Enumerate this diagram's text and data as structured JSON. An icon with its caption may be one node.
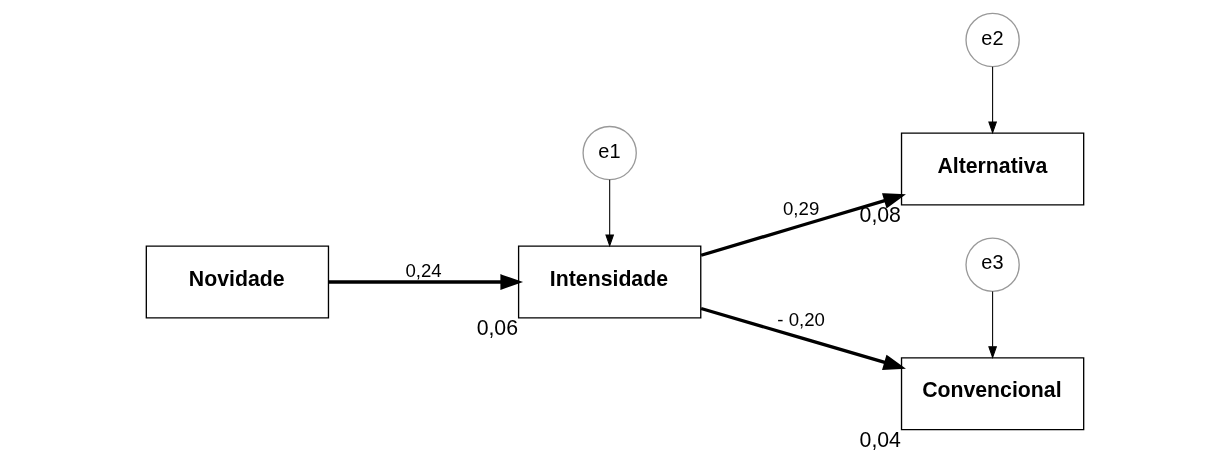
{
  "diagram": {
    "nodes": [
      {
        "text": [
          "Novidade"
        ]
      },
      {
        "text": [
          "e1"
        ]
      },
      {
        "text": [
          "Intensidade"
        ],
        "beside": [
          "0,06"
        ]
      },
      {
        "text": [
          "e2"
        ]
      },
      {
        "text": [
          "Alternativa"
        ],
        "beside": [
          "0,08"
        ]
      },
      {
        "text": [
          "e3"
        ]
      },
      {
        "text": [
          "Convencional"
        ],
        "beside": [
          "0,04"
        ]
      }
    ],
    "edges": [
      {
        "from": 0,
        "to": 2,
        "arrow": "to",
        "label": "0,24",
        "style": "thick"
      },
      {
        "from": 2,
        "to": 4,
        "arrow": "to",
        "label": "0,29",
        "style": "thick"
      },
      {
        "from": 2,
        "to": 6,
        "arrow": "to",
        "label": "- 0,20",
        "style": "thick"
      },
      {
        "from": 1,
        "to": 2,
        "arrow": "to"
      },
      {
        "from": 3,
        "to": 4,
        "arrow": "to"
      },
      {
        "from": 5,
        "to": 6,
        "arrow": "to"
      }
    ]
  }
}
